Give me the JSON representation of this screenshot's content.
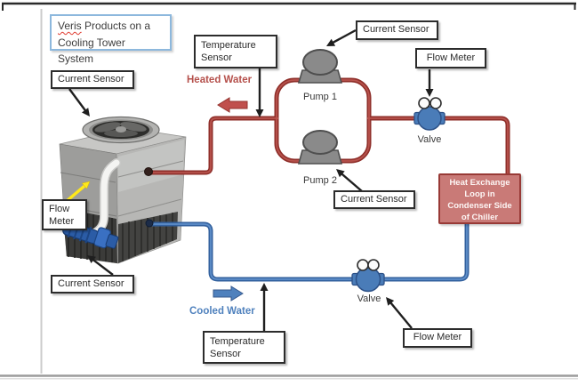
{
  "title": {
    "word": "Veris",
    "rest": " Products on a",
    "line2": "Cooling Tower System"
  },
  "labels": {
    "current_sensor_tower_top": "Current Sensor",
    "temperature_sensor_top_1": "Temperature",
    "temperature_sensor_top_2": "Sensor",
    "current_sensor_pump1": "Current Sensor",
    "flow_meter_top": "Flow Meter",
    "pump1": "Pump 1",
    "pump2": "Pump 2",
    "valve_top": "Valve",
    "current_sensor_pump2": "Current Sensor",
    "flow_meter_left_1": "Flow",
    "flow_meter_left_2": "Meter",
    "current_sensor_tower_bottom": "Current Sensor",
    "heated_water": "Heated Water",
    "cooled_water": "Cooled Water",
    "temperature_sensor_bottom_1": "Temperature",
    "temperature_sensor_bottom_2": "Sensor",
    "valve_bottom": "Valve",
    "flow_meter_bottom": "Flow Meter"
  },
  "heat_exchange_box": {
    "line1": "Heat Exchange",
    "line2": "Loop in",
    "line3": "Condenser Side",
    "line4": "of Chiller"
  },
  "colors": {
    "hot_pipe": "#9e3833",
    "cold_pipe": "#4f81bd",
    "heated_water_text": "#b5504b",
    "cooled_water_text": "#4f81bd",
    "heat_exchange_fill": "#c97a77",
    "heat_exchange_border": "#983a36",
    "title_border": "#8db8dd",
    "valve_fill": "#4a7cb8",
    "pump_fill": "#8a8a8a",
    "flow_meter_pointer": "#ffe81a"
  }
}
